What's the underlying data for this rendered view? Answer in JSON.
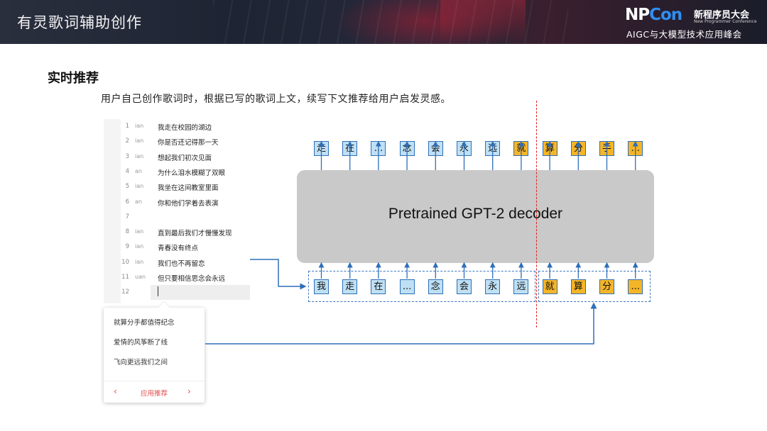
{
  "header": {
    "title": "有灵歌词辅助创作",
    "logo": {
      "np": "NP",
      "con": "Con",
      "cn": "新程序员大会",
      "en": "New Programmer Conference",
      "sub": "AIGC与大模型技术应用峰会"
    }
  },
  "section": {
    "title": "实时推荐",
    "desc": "用户自己创作歌词时，根据已写的歌词上文，续写下文推荐给用户启发灵感。"
  },
  "editor": {
    "lines": [
      {
        "num": "1",
        "tag": "ian",
        "text": "我走在校园的湖边"
      },
      {
        "num": "2",
        "tag": "ian",
        "text": "你是否还记得那一天"
      },
      {
        "num": "3",
        "tag": "ian",
        "text": "想起我们初次见面"
      },
      {
        "num": "4",
        "tag": "an",
        "text": "为什么泪水模糊了双眼"
      },
      {
        "num": "5",
        "tag": "ian",
        "text": "我坐在这间教室里面"
      },
      {
        "num": "6",
        "tag": "an",
        "text": "你和他们学着去表演"
      },
      {
        "num": "7",
        "tag": "",
        "text": ""
      },
      {
        "num": "8",
        "tag": "ian",
        "text": "直到最后我们才慢慢发现"
      },
      {
        "num": "9",
        "tag": "ian",
        "text": "青春没有终点"
      },
      {
        "num": "10",
        "tag": "ian",
        "text": "我们也不再留恋"
      },
      {
        "num": "11",
        "tag": "uan",
        "text": "但只要相信思念会永远"
      },
      {
        "num": "12",
        "tag": "",
        "text": ""
      }
    ]
  },
  "popup": {
    "suggestions": [
      "就算分手都值得纪念",
      "爱情的风筝断了线",
      "飞向更远我们之间"
    ],
    "apply_label": "应用推荐",
    "prev": "‹",
    "next": "›"
  },
  "model": {
    "label": "Pretrained GPT-2 decoder"
  },
  "output_tokens": [
    {
      "t": "走",
      "kind": "blue"
    },
    {
      "t": "在",
      "kind": "blue"
    },
    {
      "t": "...",
      "kind": "blue"
    },
    {
      "t": "念",
      "kind": "blue"
    },
    {
      "t": "会",
      "kind": "blue"
    },
    {
      "t": "永",
      "kind": "blue"
    },
    {
      "t": "远",
      "kind": "blue"
    },
    {
      "t": "就",
      "kind": "gold"
    },
    {
      "t": "算",
      "kind": "gold"
    },
    {
      "t": "分",
      "kind": "gold"
    },
    {
      "t": "手",
      "kind": "gold"
    },
    {
      "t": "...",
      "kind": "gold"
    }
  ],
  "input_tokens": [
    {
      "t": "我",
      "kind": "blue"
    },
    {
      "t": "走",
      "kind": "blue"
    },
    {
      "t": "在",
      "kind": "blue"
    },
    {
      "t": "...",
      "kind": "blue"
    },
    {
      "t": "念",
      "kind": "blue"
    },
    {
      "t": "会",
      "kind": "blue"
    },
    {
      "t": "永",
      "kind": "blue"
    },
    {
      "t": "远",
      "kind": "blue"
    },
    {
      "t": "就",
      "kind": "gold"
    },
    {
      "t": "算",
      "kind": "gold"
    },
    {
      "t": "分",
      "kind": "gold"
    },
    {
      "t": "...",
      "kind": "gold"
    }
  ],
  "colors": {
    "token_blue": "#bfe0f4",
    "token_gold": "#f5b528",
    "arrow": "#2f6fb8",
    "split_line": "#e02020",
    "accent_red": "#e04a4a"
  }
}
